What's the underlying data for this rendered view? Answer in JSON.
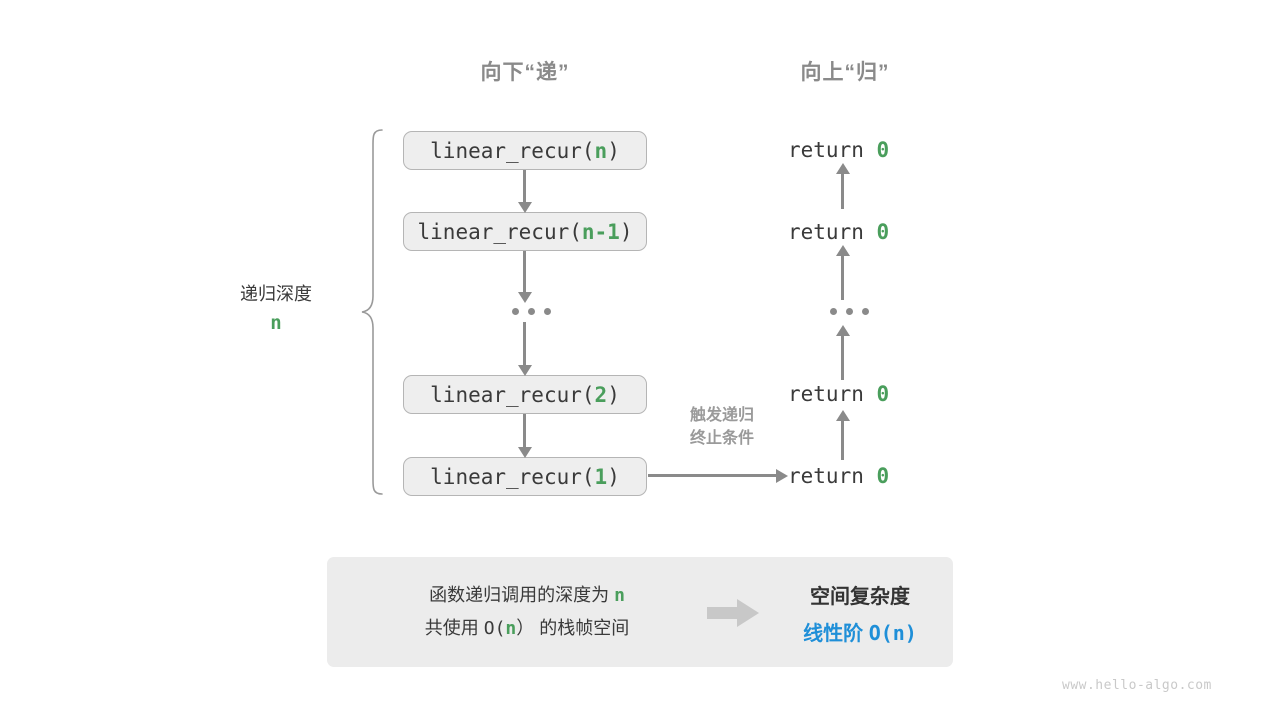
{
  "headers": {
    "down": "向下“递”",
    "up": "向上“归”"
  },
  "depth": {
    "label": "递归深度",
    "value": "n"
  },
  "call_stack": [
    {
      "prefix": "linear_recur(",
      "arg": "n",
      "suffix": ")"
    },
    {
      "prefix": "linear_recur(",
      "arg": "n-1",
      "suffix": ")"
    },
    {
      "prefix": "linear_recur(",
      "arg": "2",
      "suffix": ")"
    },
    {
      "prefix": "linear_recur(",
      "arg": "1",
      "suffix": ")"
    }
  ],
  "returns": [
    {
      "keyword": "return ",
      "value": "0"
    },
    {
      "keyword": "return ",
      "value": "0"
    },
    {
      "keyword": "return ",
      "value": "0"
    },
    {
      "keyword": "return ",
      "value": "0"
    }
  ],
  "base_case_note": {
    "line1": "触发递归",
    "line2": "终止条件"
  },
  "summary": {
    "left_line1_a": "函数递归调用的深度为 ",
    "left_line1_n": "n",
    "left_line2_a": "共使用 ",
    "left_line2_b": "O(",
    "left_line2_n": "n",
    "left_line2_c": "）",
    "left_line2_d": " 的栈帧空间",
    "right_title": "空间复杂度",
    "right_value_label": "线性阶 ",
    "right_value_expr": "O(n)"
  },
  "watermark": "www.hello-algo.com",
  "colors": {
    "accent_green": "#4a9e5c",
    "accent_blue": "#1f8fd8",
    "stroke_gray": "#8a8a8a",
    "box_fill": "#eeeeee",
    "panel_fill": "#ececec",
    "text_dark": "#3a3a3a",
    "header_gray": "#8a8a8a",
    "watermark_gray": "#c9c9c9"
  }
}
